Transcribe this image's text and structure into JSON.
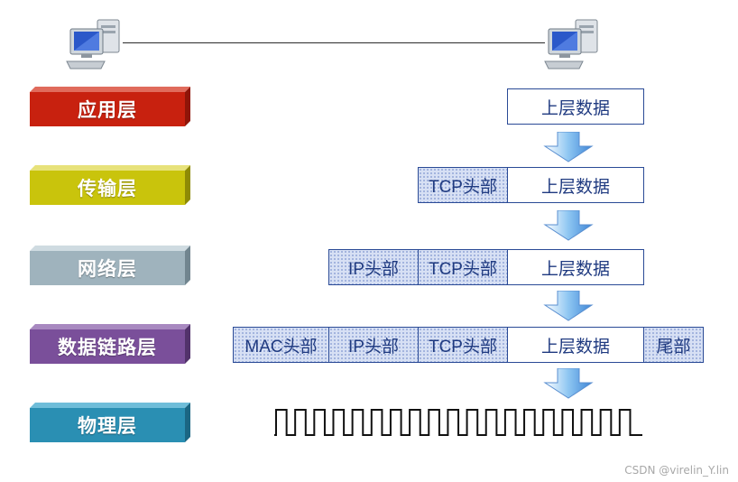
{
  "layers": [
    {
      "label": "应用层",
      "color": "#c8210f"
    },
    {
      "label": "传输层",
      "color": "#c9c40c"
    },
    {
      "label": "网络层",
      "color": "#9fb3bd"
    },
    {
      "label": "数据链路层",
      "color": "#7a4f9a"
    },
    {
      "label": "物理层",
      "color": "#2a8fb3"
    }
  ],
  "rows": {
    "application": {
      "data": "上层数据"
    },
    "transport": {
      "tcp_header": "TCP头部",
      "data": "上层数据"
    },
    "network": {
      "ip_header": "IP头部",
      "tcp_header": "TCP头部",
      "data": "上层数据"
    },
    "datalink": {
      "mac_header": "MAC头部",
      "ip_header": "IP头部",
      "tcp_header": "TCP头部",
      "data": "上层数据",
      "trailer": "尾部"
    }
  },
  "watermark": "CSDN @virelin_Y.lin"
}
